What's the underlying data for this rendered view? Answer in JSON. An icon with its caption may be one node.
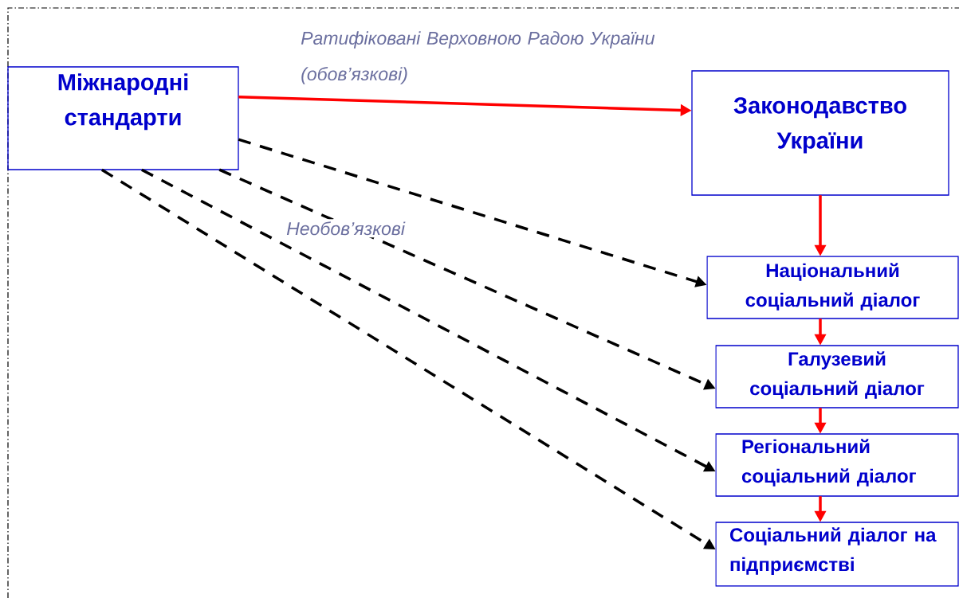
{
  "diagram": {
    "nodes": [
      {
        "text": [
          "Міжнародні стандарти"
        ]
      },
      {
        "text": [
          "Законодавство України"
        ]
      },
      {
        "text": [
          "Національний соціальний діалог"
        ]
      },
      {
        "text": [
          "Галузевий соціальний діалог"
        ]
      },
      {
        "text": [
          "Регіональний соціальний діалог"
        ]
      },
      {
        "text": [
          "Соціальний діалог на підприємстві"
        ]
      }
    ],
    "edges": [
      {
        "from": 0,
        "to": 1,
        "arrow": "to",
        "label": "Ратифіковані Верховною Радою України (обов’язкові)"
      },
      {
        "from": 1,
        "to": 2,
        "arrow": "to"
      },
      {
        "from": 2,
        "to": 3,
        "arrow": "to"
      },
      {
        "from": 3,
        "to": 4,
        "arrow": "to"
      },
      {
        "from": 4,
        "to": 5,
        "arrow": "to"
      },
      {
        "from": 0,
        "to": 2,
        "arrow": "to",
        "style": "dashed",
        "color": "#000000"
      },
      {
        "from": 0,
        "to": 3,
        "arrow": "to",
        "style": "dashed",
        "color": "#000000",
        "label": "Необов’язкові"
      },
      {
        "from": 0,
        "to": 4,
        "arrow": "to",
        "style": "dashed",
        "color": "#000000"
      },
      {
        "from": 0,
        "to": 5,
        "arrow": "to",
        "style": "dashed",
        "color": "#000000"
      }
    ]
  }
}
